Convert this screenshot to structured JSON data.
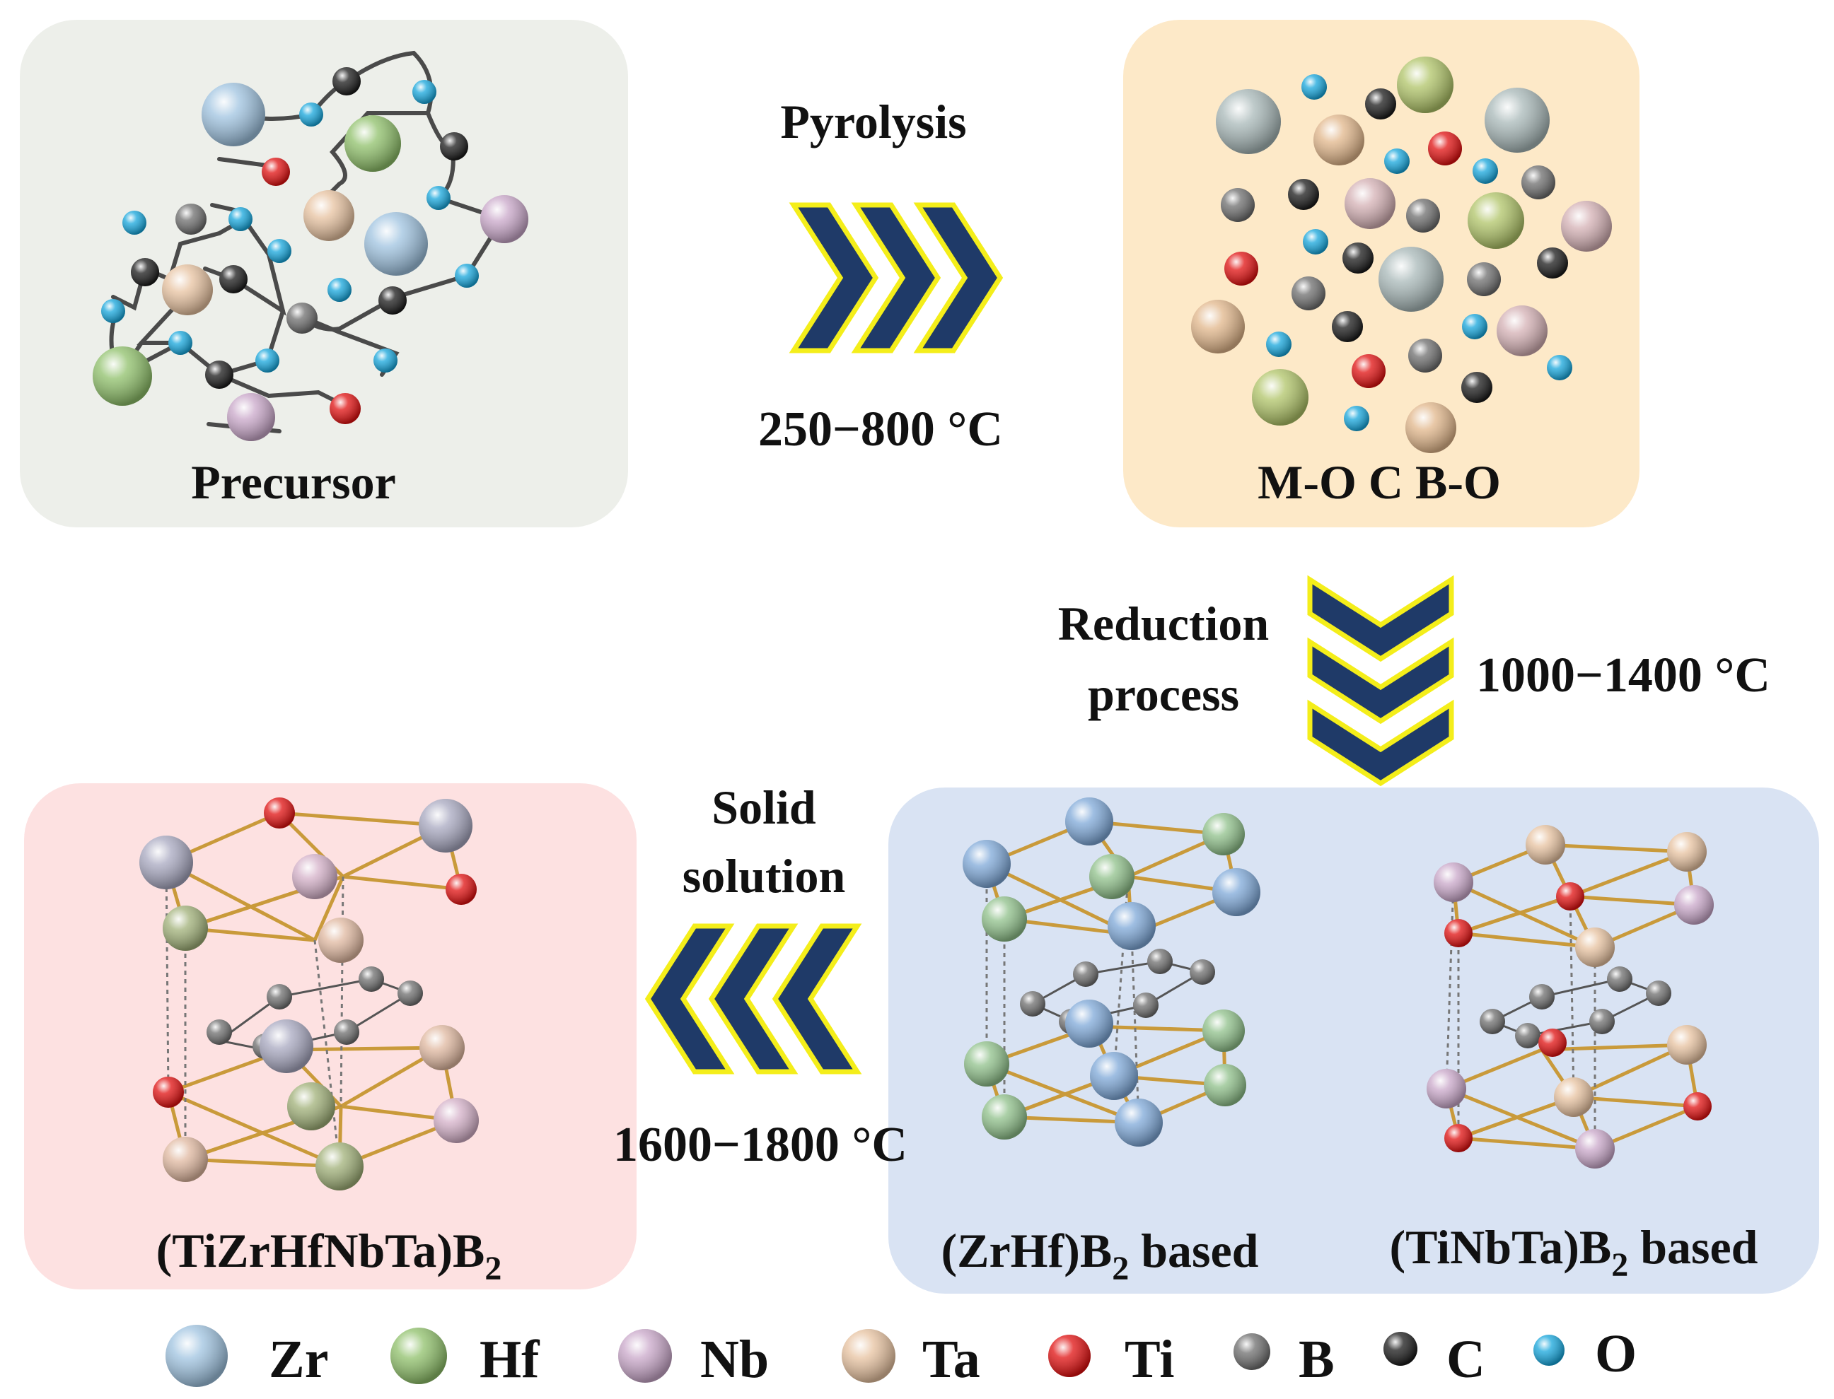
{
  "stages": {
    "precursor": {
      "label": "Precursor"
    },
    "intermediate": {
      "label": "M-O C B-O"
    },
    "boride_zrhf": {
      "label_main": "(ZrHf)B",
      "label_sub": "2",
      "label_suffix": " based"
    },
    "boride_tinbta": {
      "label_main": "(TiNbTa)B",
      "label_sub": "2",
      "label_suffix": " based"
    },
    "high_entropy": {
      "label_main": "(TiZrHfNbTa)B",
      "label_sub": "2"
    }
  },
  "steps": {
    "pyrolysis": {
      "label": "Pyrolysis",
      "temperature": "250−800 °C"
    },
    "reduction": {
      "label_line1": "Reduction",
      "label_line2": "process",
      "temperature": "1000−1400 °C"
    },
    "solid_solution": {
      "label_line1": "Solid",
      "label_line2": "solution",
      "temperature": "1600−1800 °C"
    }
  },
  "legend": [
    {
      "symbol": "Zr",
      "color": "#9fc3e0"
    },
    {
      "symbol": "Hf",
      "color": "#8fc06a"
    },
    {
      "symbol": "Nb",
      "color": "#c9a7c9"
    },
    {
      "symbol": "Ta",
      "color": "#e7c2a0"
    },
    {
      "symbol": "Ti",
      "color": "#e01010"
    },
    {
      "symbol": "B",
      "color": "#6e6e6e"
    },
    {
      "symbol": "C",
      "color": "#1a1a1a"
    },
    {
      "symbol": "O",
      "color": "#16a6dc"
    }
  ],
  "colors": {
    "precursor_box": "#edefea",
    "intermediate_box": "#fde9c8",
    "boride_box": "#d9e3f3",
    "high_entropy_box": "#fde1e1",
    "arrow_fill": "#1f3a68",
    "arrow_outline": "#f4ee1a",
    "bond": "#c99a3a"
  }
}
